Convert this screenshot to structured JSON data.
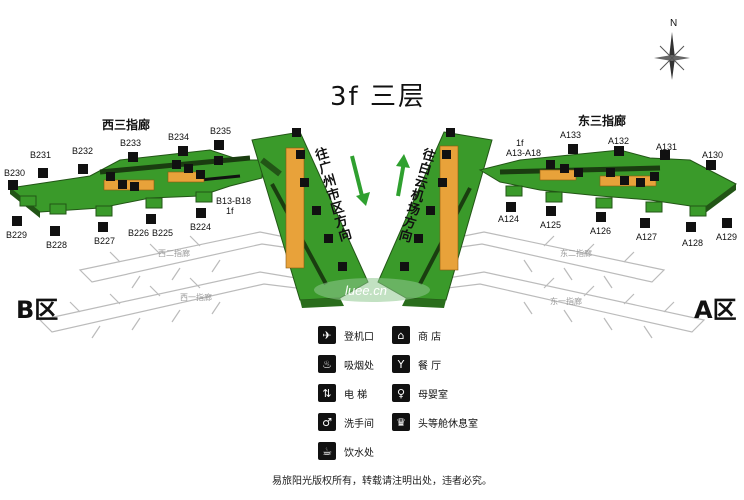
{
  "title": "3f 三层",
  "compass": "N",
  "zones": {
    "west": "B区",
    "east": "A区"
  },
  "piers": {
    "west3": "西三指廊",
    "east3": "东三指廊",
    "west2": "西二指廊",
    "west1": "西一指廊",
    "east2": "东二指廊",
    "east1": "东一指廊"
  },
  "directions": {
    "to_city": "往广州市区方向",
    "to_airport": "往白云机场方向"
  },
  "gates_west": {
    "B230": "B230",
    "B231": "B231",
    "B232": "B232",
    "B233": "B233",
    "B234": "B234",
    "B235": "B235",
    "B229": "B229",
    "B228": "B228",
    "B227": "B227",
    "B226": "B226",
    "B225": "B225",
    "B224": "B224",
    "B13B18": "B13-B18",
    "floor1": "1f"
  },
  "gates_east": {
    "A133": "A133",
    "A132": "A132",
    "A131": "A131",
    "A130": "A130",
    "A124": "A124",
    "A125": "A125",
    "A126": "A126",
    "A127": "A127",
    "A128": "A128",
    "A129": "A129",
    "A13A18": "A13-A18",
    "floor1": "1f"
  },
  "legend": [
    {
      "icon": "plane-icon",
      "glyph": "✈",
      "label": "登机口"
    },
    {
      "icon": "shop-icon",
      "glyph": "⌂",
      "label": "商 店"
    },
    {
      "icon": "smoking-icon",
      "glyph": "♨",
      "label": "吸烟处"
    },
    {
      "icon": "restaurant-icon",
      "glyph": "Y",
      "label": "餐 厅"
    },
    {
      "icon": "elevator-icon",
      "glyph": "⇅",
      "label": "电 梯"
    },
    {
      "icon": "mother-baby-icon",
      "glyph": "♀",
      "label": "母婴室"
    },
    {
      "icon": "restroom-icon",
      "glyph": "♂",
      "label": "洗手间"
    },
    {
      "icon": "lounge-icon",
      "glyph": "♛",
      "label": "头等舱休息室"
    },
    {
      "icon": "water-icon",
      "glyph": "☕",
      "label": "饮水处"
    }
  ],
  "watermark": "luee.cn",
  "footer": "易旅阳光版权所有，转载请注明出处，违者必究。"
}
